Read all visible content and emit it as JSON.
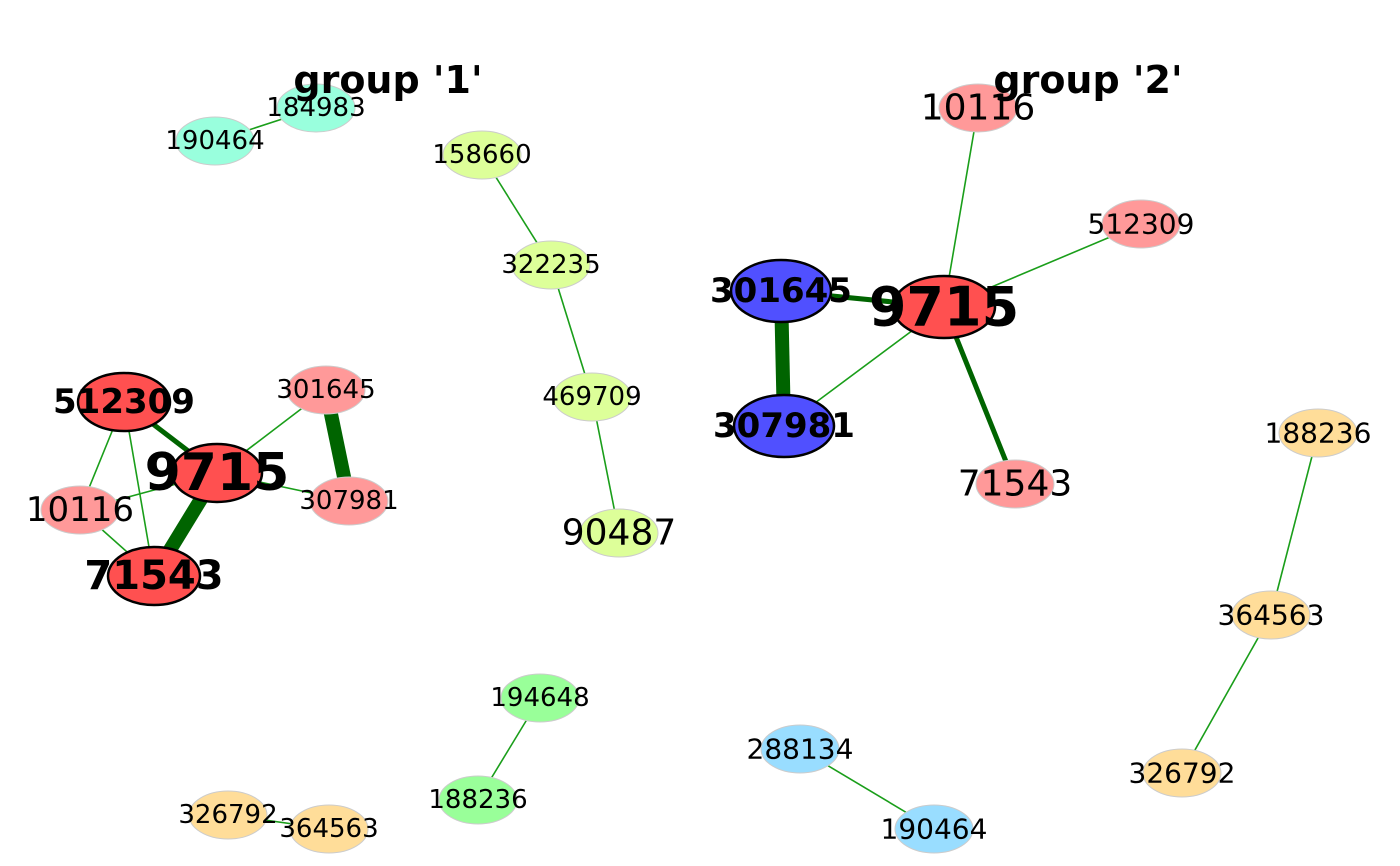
{
  "groups": [
    {
      "title": "group '1'"
    },
    {
      "title": "group '2'"
    }
  ],
  "colors": {
    "red_bold": "#FF5050",
    "red_light": "#FF9999",
    "blue_bold": "#5050FF",
    "teal": "#99FFDD",
    "lime": "#DDFF99",
    "orange": "#FFDD99",
    "green": "#99FF99",
    "sky": "#99DDFF",
    "edge_thin": "#1A9E1A",
    "edge_thick": "#006400",
    "node_outline": "#000000",
    "node_outline_light": "#CCCCCC"
  },
  "nodes": [
    {
      "id": "g1-9715",
      "label": "9715",
      "color": "red_bold",
      "emphasis": "bold"
    },
    {
      "id": "g1-512309",
      "label": "512309",
      "color": "red_bold",
      "emphasis": "bold"
    },
    {
      "id": "g1-71543",
      "label": "71543",
      "color": "red_bold",
      "emphasis": "bold"
    },
    {
      "id": "g1-10116",
      "label": "10116",
      "color": "red_light",
      "emphasis": "normal"
    },
    {
      "id": "g1-301645",
      "label": "301645",
      "color": "red_light",
      "emphasis": "normal"
    },
    {
      "id": "g1-307981",
      "label": "307981",
      "color": "red_light",
      "emphasis": "normal"
    },
    {
      "id": "g1-184983",
      "label": "184983",
      "color": "teal",
      "emphasis": "normal"
    },
    {
      "id": "g1-190464",
      "label": "190464",
      "color": "teal",
      "emphasis": "normal"
    },
    {
      "id": "g1-158660",
      "label": "158660",
      "color": "lime",
      "emphasis": "normal"
    },
    {
      "id": "g1-322235",
      "label": "322235",
      "color": "lime",
      "emphasis": "normal"
    },
    {
      "id": "g1-469709",
      "label": "469709",
      "color": "lime",
      "emphasis": "normal"
    },
    {
      "id": "g1-90487",
      "label": "90487",
      "color": "lime",
      "emphasis": "normal"
    },
    {
      "id": "g1-194648",
      "label": "194648",
      "color": "green",
      "emphasis": "normal"
    },
    {
      "id": "g1-188236",
      "label": "188236",
      "color": "green",
      "emphasis": "normal"
    },
    {
      "id": "g1-326792",
      "label": "326792",
      "color": "orange",
      "emphasis": "normal"
    },
    {
      "id": "g1-364563",
      "label": "364563",
      "color": "orange",
      "emphasis": "normal"
    },
    {
      "id": "g2-9715",
      "label": "9715",
      "color": "red_bold",
      "emphasis": "bold"
    },
    {
      "id": "g2-301645",
      "label": "301645",
      "color": "blue_bold",
      "emphasis": "bold"
    },
    {
      "id": "g2-307981",
      "label": "307981",
      "color": "blue_bold",
      "emphasis": "bold"
    },
    {
      "id": "g2-10116",
      "label": "10116",
      "color": "red_light",
      "emphasis": "normal"
    },
    {
      "id": "g2-512309",
      "label": "512309",
      "color": "red_light",
      "emphasis": "normal"
    },
    {
      "id": "g2-71543",
      "label": "71543",
      "color": "red_light",
      "emphasis": "normal"
    },
    {
      "id": "g2-188236",
      "label": "188236",
      "color": "orange",
      "emphasis": "normal"
    },
    {
      "id": "g2-364563",
      "label": "364563",
      "color": "orange",
      "emphasis": "normal"
    },
    {
      "id": "g2-326792",
      "label": "326792",
      "color": "orange",
      "emphasis": "normal"
    },
    {
      "id": "g2-288134",
      "label": "288134",
      "color": "sky",
      "emphasis": "normal"
    },
    {
      "id": "g2-190464",
      "label": "190464",
      "color": "sky",
      "emphasis": "normal"
    }
  ],
  "edges": [
    {
      "from": "g1-512309",
      "to": "g1-9715",
      "weight": "medium"
    },
    {
      "from": "g1-512309",
      "to": "g1-10116",
      "weight": "thin"
    },
    {
      "from": "g1-512309",
      "to": "g1-71543",
      "weight": "thin"
    },
    {
      "from": "g1-10116",
      "to": "g1-9715",
      "weight": "thin"
    },
    {
      "from": "g1-10116",
      "to": "g1-71543",
      "weight": "thin"
    },
    {
      "from": "g1-9715",
      "to": "g1-71543",
      "weight": "heavy"
    },
    {
      "from": "g1-9715",
      "to": "g1-301645",
      "weight": "thin"
    },
    {
      "from": "g1-9715",
      "to": "g1-307981",
      "weight": "thin"
    },
    {
      "from": "g1-301645",
      "to": "g1-307981",
      "weight": "heavy"
    },
    {
      "from": "g1-190464",
      "to": "g1-184983",
      "weight": "thin"
    },
    {
      "from": "g1-158660",
      "to": "g1-322235",
      "weight": "thin"
    },
    {
      "from": "g1-322235",
      "to": "g1-469709",
      "weight": "thin"
    },
    {
      "from": "g1-469709",
      "to": "g1-90487",
      "weight": "thin"
    },
    {
      "from": "g1-194648",
      "to": "g1-188236",
      "weight": "thin"
    },
    {
      "from": "g1-326792",
      "to": "g1-364563",
      "weight": "thin"
    },
    {
      "from": "g2-301645",
      "to": "g2-307981",
      "weight": "heavy"
    },
    {
      "from": "g2-301645",
      "to": "g2-9715",
      "weight": "medium"
    },
    {
      "from": "g2-307981",
      "to": "g2-9715",
      "weight": "thin"
    },
    {
      "from": "g2-9715",
      "to": "g2-10116",
      "weight": "thin"
    },
    {
      "from": "g2-9715",
      "to": "g2-512309",
      "weight": "thin"
    },
    {
      "from": "g2-9715",
      "to": "g2-71543",
      "weight": "medium"
    },
    {
      "from": "g2-188236",
      "to": "g2-364563",
      "weight": "thin"
    },
    {
      "from": "g2-364563",
      "to": "g2-326792",
      "weight": "thin"
    },
    {
      "from": "g2-288134",
      "to": "g2-190464",
      "weight": "thin"
    }
  ]
}
